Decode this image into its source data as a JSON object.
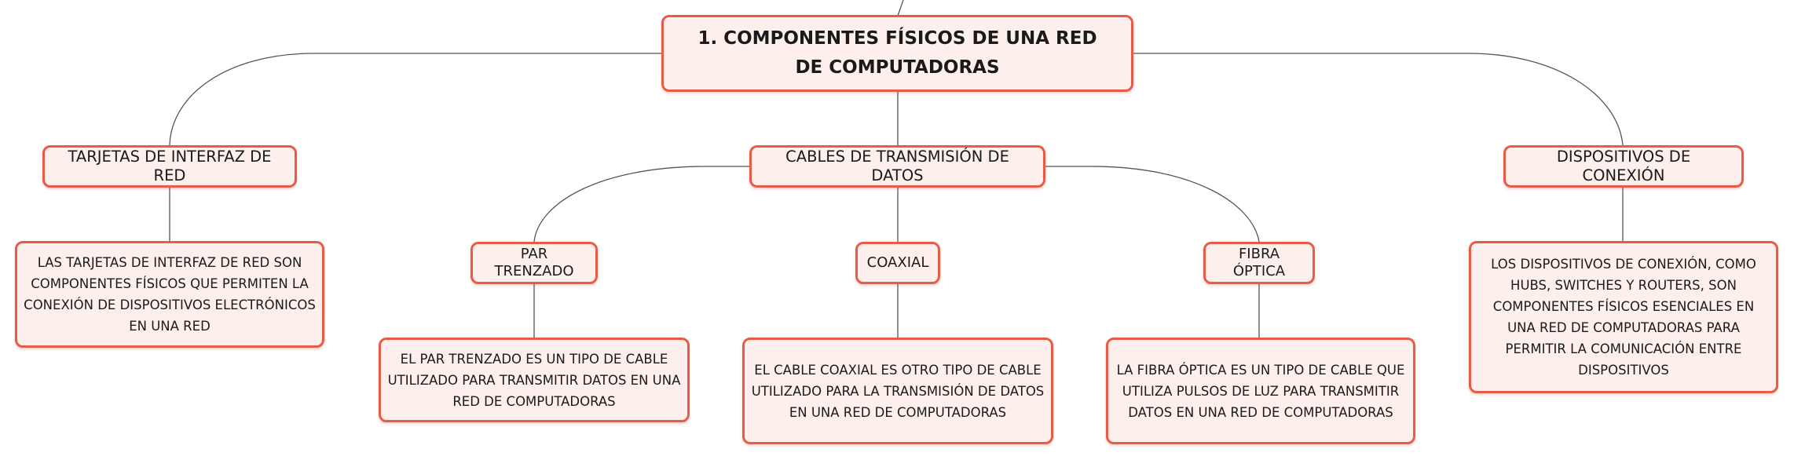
{
  "root": {
    "label": "1. COMPONENTES FÍSICOS DE UNA RED DE COMPUTADORAS"
  },
  "branches": {
    "nic": {
      "label": "TARJETAS DE INTERFAZ DE RED",
      "description": "LAS TARJETAS DE INTERFAZ DE RED SON COMPONENTES FÍSICOS QUE PERMITEN LA CONEXIÓN DE DISPOSITIVOS ELECTRÓNICOS EN UNA RED"
    },
    "cables": {
      "label": "CABLES DE TRANSMISIÓN DE DATOS",
      "children": {
        "twisted": {
          "label": "PAR TRENZADO",
          "description": "EL PAR TRENZADO ES UN TIPO DE CABLE UTILIZADO PARA TRANSMITIR DATOS EN UNA RED DE COMPUTADORAS"
        },
        "coaxial": {
          "label": "COAXIAL",
          "description": "EL CABLE COAXIAL ES OTRO TIPO DE CABLE UTILIZADO PARA LA TRANSMISIÓN DE DATOS EN UNA RED DE COMPUTADORAS"
        },
        "fiber": {
          "label": "FIBRA ÓPTICA",
          "description": "LA FIBRA ÓPTICA ES UN TIPO DE CABLE QUE UTILIZA PULSOS DE LUZ PARA TRANSMITIR DATOS EN UNA RED DE COMPUTADORAS"
        }
      }
    },
    "devices": {
      "label": "DISPOSITIVOS DE CONEXIÓN",
      "description": "LOS DISPOSITIVOS DE CONEXIÓN, COMO HUBS, SWITCHES Y ROUTERS, SON COMPONENTES FÍSICOS ESENCIALES EN UNA RED DE COMPUTADORAS PARA PERMITIR LA COMUNICACIÓN ENTRE DISPOSITIVOS"
    }
  },
  "colors": {
    "node_border": "#e85c47",
    "node_fill": "#fdf0ec",
    "connector": "#555555",
    "text": "#1a1a1a"
  }
}
